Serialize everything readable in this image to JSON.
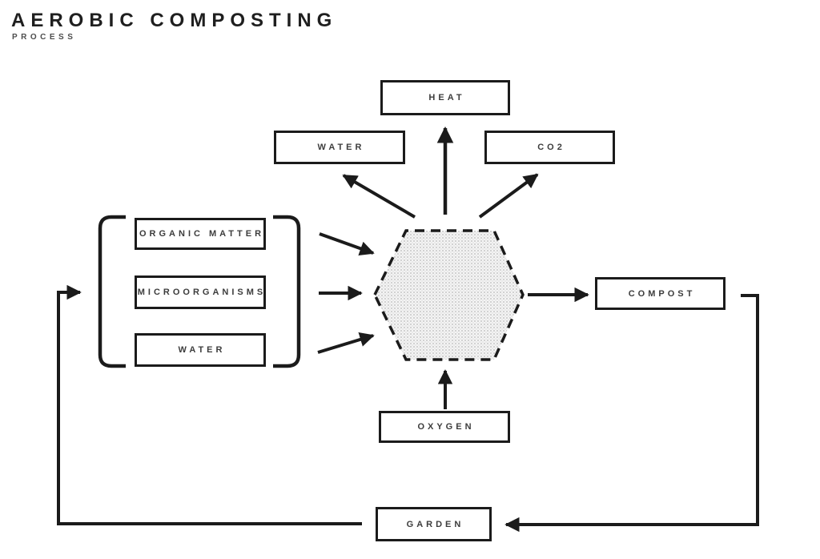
{
  "header": {
    "title": "AEROBIC COMPOSTING",
    "subtitle": "PROCESS"
  },
  "diagram": {
    "inputs": [
      {
        "label": "ORGANIC MATTER"
      },
      {
        "label": "MICROORGANISMS"
      },
      {
        "label": "WATER"
      }
    ],
    "byproducts": [
      {
        "label": "WATER"
      },
      {
        "label": "HEAT"
      },
      {
        "label": "CO2"
      }
    ],
    "oxygen": {
      "label": "OXYGEN"
    },
    "compost": {
      "label": "COMPOST"
    },
    "garden": {
      "label": "GARDEN"
    }
  },
  "colors": {
    "ink": "#1b1b1b",
    "label_text": "#3c3c3c",
    "hexagon_fill": "#f2f2f2",
    "hexagon_dot": "#c9c9c9",
    "background": "#ffffff"
  }
}
